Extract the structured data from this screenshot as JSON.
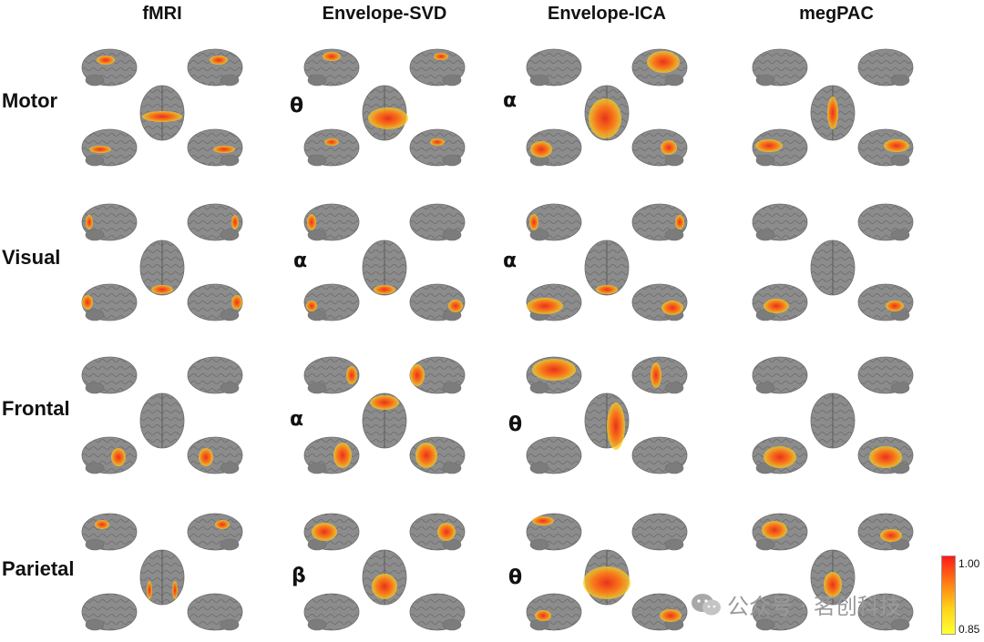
{
  "columns": [
    "fMRI",
    "Envelope-SVD",
    "Envelope-ICA",
    "megPAC"
  ],
  "rows": [
    {
      "label": "Motor",
      "bands": [
        "",
        "θ",
        "α",
        ""
      ]
    },
    {
      "label": "Visual",
      "bands": [
        "",
        "α",
        "α",
        ""
      ]
    },
    {
      "label": "Frontal",
      "bands": [
        "",
        "α",
        "θ",
        ""
      ]
    },
    {
      "label": "Parietal",
      "bands": [
        "",
        "β",
        "θ",
        ""
      ]
    }
  ],
  "colorbar": {
    "max": "1.00",
    "min": "0.85",
    "colors": [
      "#ff1a1a",
      "#ffff33"
    ]
  },
  "watermark": "公众号 · 茗创科技",
  "colors": {
    "brain": "#8c8c8c",
    "brain_edge": "#6e6e6e",
    "hot": "#e8321c",
    "warm": "#ff8c1a",
    "yellow": "#ffe02a"
  }
}
